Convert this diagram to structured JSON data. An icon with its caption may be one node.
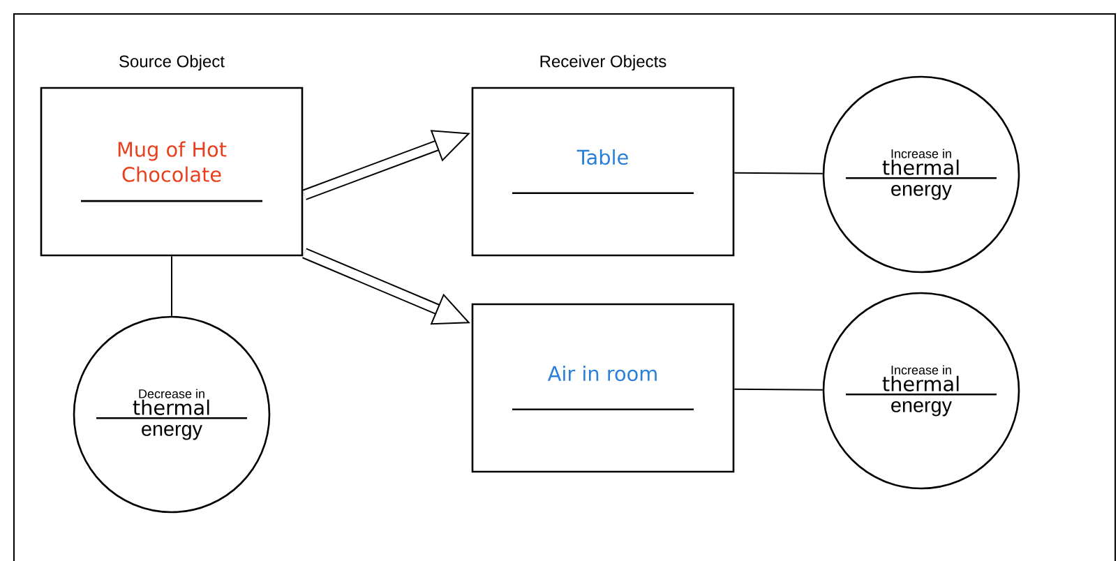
{
  "diagram": {
    "nodes": [
      {
        "text": [
          "Source Object",
          "Mug of Hot Chocolate"
        ]
      },
      {
        "text": [
          "Table"
        ]
      },
      {
        "text": [
          "Air in room"
        ]
      },
      {
        "text": [
          "Decrease in",
          "thermal",
          "energy"
        ]
      },
      {
        "text": [
          "Increase in",
          "thermal",
          "energy"
        ]
      },
      {
        "text": [
          "Increase in",
          "thermal",
          "energy"
        ]
      }
    ],
    "edges": [
      {
        "from": 0,
        "to": 1,
        "arrow": "to",
        "style": "thick"
      },
      {
        "from": 0,
        "to": 2,
        "arrow": "to",
        "style": "thick"
      },
      {
        "from": 0,
        "to": 3,
        "arrow": "none"
      },
      {
        "from": 1,
        "to": 4,
        "arrow": "none"
      },
      {
        "from": 2,
        "to": 5,
        "arrow": "none"
      }
    ],
    "labels": [
      "Receiver Objects"
    ]
  }
}
